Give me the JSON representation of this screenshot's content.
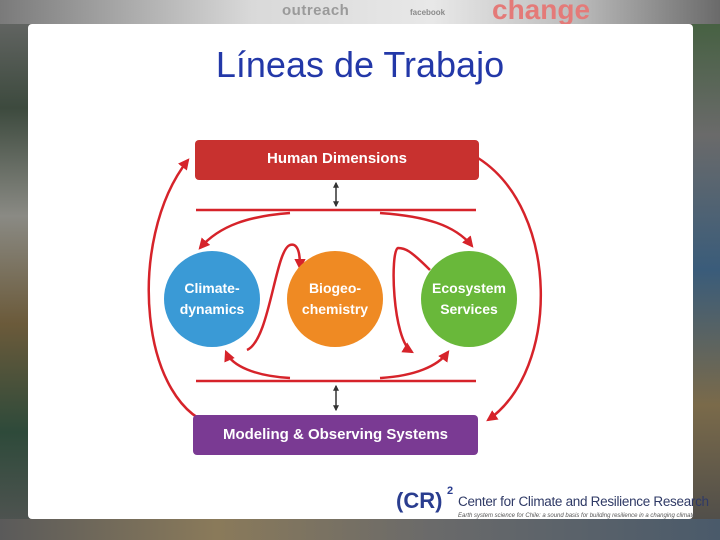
{
  "header_strip": {
    "text_outreach": "outreach",
    "text_facebook": "facebook",
    "text_change": "change"
  },
  "slide": {
    "title": "Líneas de Trabajo"
  },
  "diagram": {
    "top_bar": "Human Dimensions",
    "bottom_bar": "Modeling & Observing Systems",
    "circles": {
      "left_line1": "Climate-",
      "left_line2": "dynamics",
      "center_line1": "Biogeo-",
      "center_line2": "chemistry",
      "right_line1": "Ecosystem",
      "right_line2": "Services"
    },
    "colors": {
      "red": "#c8312f",
      "purple": "#7a3a93",
      "blue": "#3a9ad6",
      "orange": "#ef8a23",
      "green": "#69b83a",
      "arrow": "#d6232a"
    }
  },
  "logo": {
    "mark": "(CR)",
    "superscript": "2",
    "name": "Center for Climate and Resilience Research",
    "tagline": "Earth system science for Chile: a sound basis for building resilience in a changing climate"
  }
}
